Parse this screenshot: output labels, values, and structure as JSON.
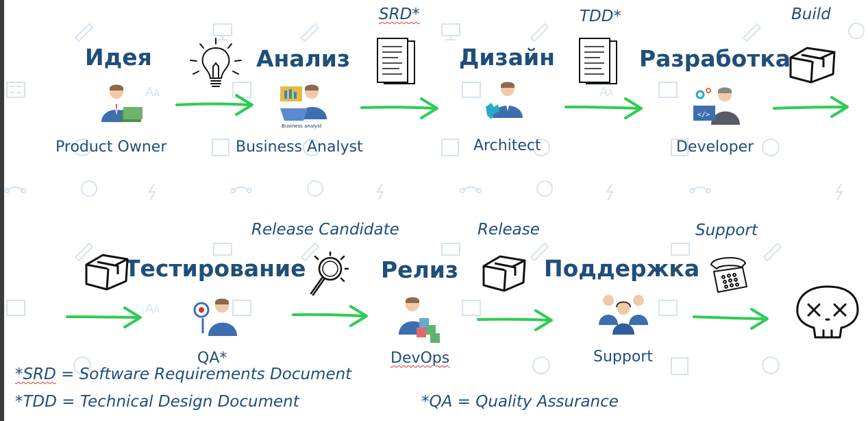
{
  "stages": {
    "idea": "Идея",
    "analysis": "Анализ",
    "design": "Дизайн",
    "development": "Разработка",
    "testing": "Тестирование",
    "release": "Релиз",
    "support": "Поддержка"
  },
  "roles": {
    "product_owner": "Product Owner",
    "business_analyst": "Business Analyst",
    "business_analyst_caption": "Business analyst",
    "architect": "Architect",
    "developer": "Developer",
    "qa": "QA*",
    "devops": "DevOps",
    "support": "Support"
  },
  "artifacts": {
    "srd": "SRD*",
    "tdd": "TDD*",
    "build": "Build",
    "release_candidate": "Release Candidate",
    "release": "Release",
    "support": "Support"
  },
  "notes": {
    "srd_def_abbr": "*SRD",
    "srd_def_text": " = Software Requirements Document",
    "tdd_def_abbr": "*TDD",
    "tdd_def_text": " = Technical Design Document",
    "qa_def": "*QA = Quality Assurance"
  },
  "colors": {
    "text": "#1f4e79",
    "arrow": "#2ecc55",
    "sketch": "#111111",
    "person_suit": "#3d6fb0",
    "background_icon": "#d6e3ef"
  },
  "icons": [
    "lightbulb-icon",
    "document-icon",
    "box-icon",
    "magnifier-icon",
    "telephone-icon",
    "skull-icon",
    "person-icon",
    "arrow-icon"
  ]
}
